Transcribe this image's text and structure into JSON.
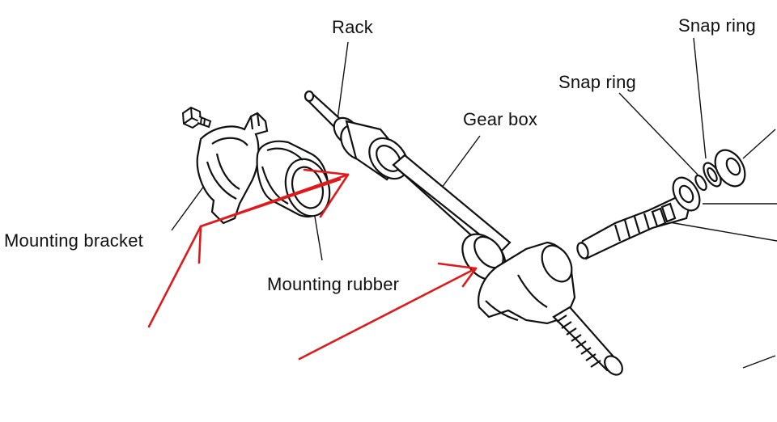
{
  "labels": {
    "rack": "Rack",
    "snap_ring_top": "Snap ring",
    "snap_ring": "Snap ring",
    "gear_box": "Gear box",
    "mounting_bracket": "Mounting bracket",
    "mounting_rubber": "Mounting rubber"
  },
  "colors": {
    "ink": "#111111",
    "annotation": "#e0191b",
    "background": "#ffffff"
  }
}
